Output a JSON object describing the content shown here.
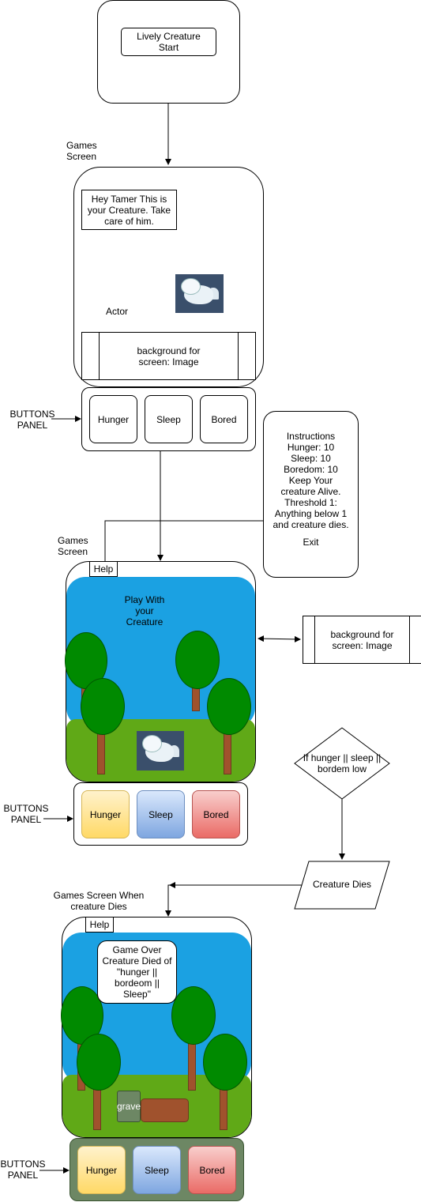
{
  "start_screen": {
    "button_label": "Lively Creature Start"
  },
  "games_screen_1": {
    "title": "Games Screen",
    "speech": "Hey Tamer This is your Creature. Take care of  him.",
    "actor_label": "Actor",
    "background_label": "background for screen: Image"
  },
  "buttons_panel_1": {
    "label": "BUTTONS PANEL",
    "buttons": [
      "Hunger",
      "Sleep",
      "Bored"
    ]
  },
  "instructions": {
    "lines": [
      "Instructions",
      "Hunger: 10",
      "Sleep: 10",
      "Boredom: 10",
      "Keep Your creature Alive.",
      "Threshold 1:",
      "Anything below 1 and creature dies."
    ],
    "exit": "Exit"
  },
  "games_screen_2": {
    "title": "Games Screen",
    "help": "Help",
    "play_text": "Play With your Creature",
    "background_label": "background for screen: Image"
  },
  "buttons_panel_2": {
    "label": "BUTTONS PANEL",
    "buttons": [
      "Hunger",
      "Sleep",
      "Bored"
    ]
  },
  "decision": {
    "text": "If hunger || sleep || bordem low"
  },
  "creature_dies": {
    "text": "Creature Dies"
  },
  "games_screen_3": {
    "title": "Games Screen When creature Dies",
    "help": "Help",
    "game_over": "Game Over Creature Died of \"hunger || bordeom || Sleep\"",
    "grave": "grave"
  },
  "buttons_panel_3": {
    "label": "BUTTONS PANEL",
    "buttons": [
      "Hunger",
      "Sleep",
      "Bored"
    ]
  },
  "colors": {
    "sky": "#1ba1e2",
    "grass": "#60a917",
    "tree": "#008a00",
    "trunk": "#a0522d",
    "panel_dead": "#6d8764"
  }
}
